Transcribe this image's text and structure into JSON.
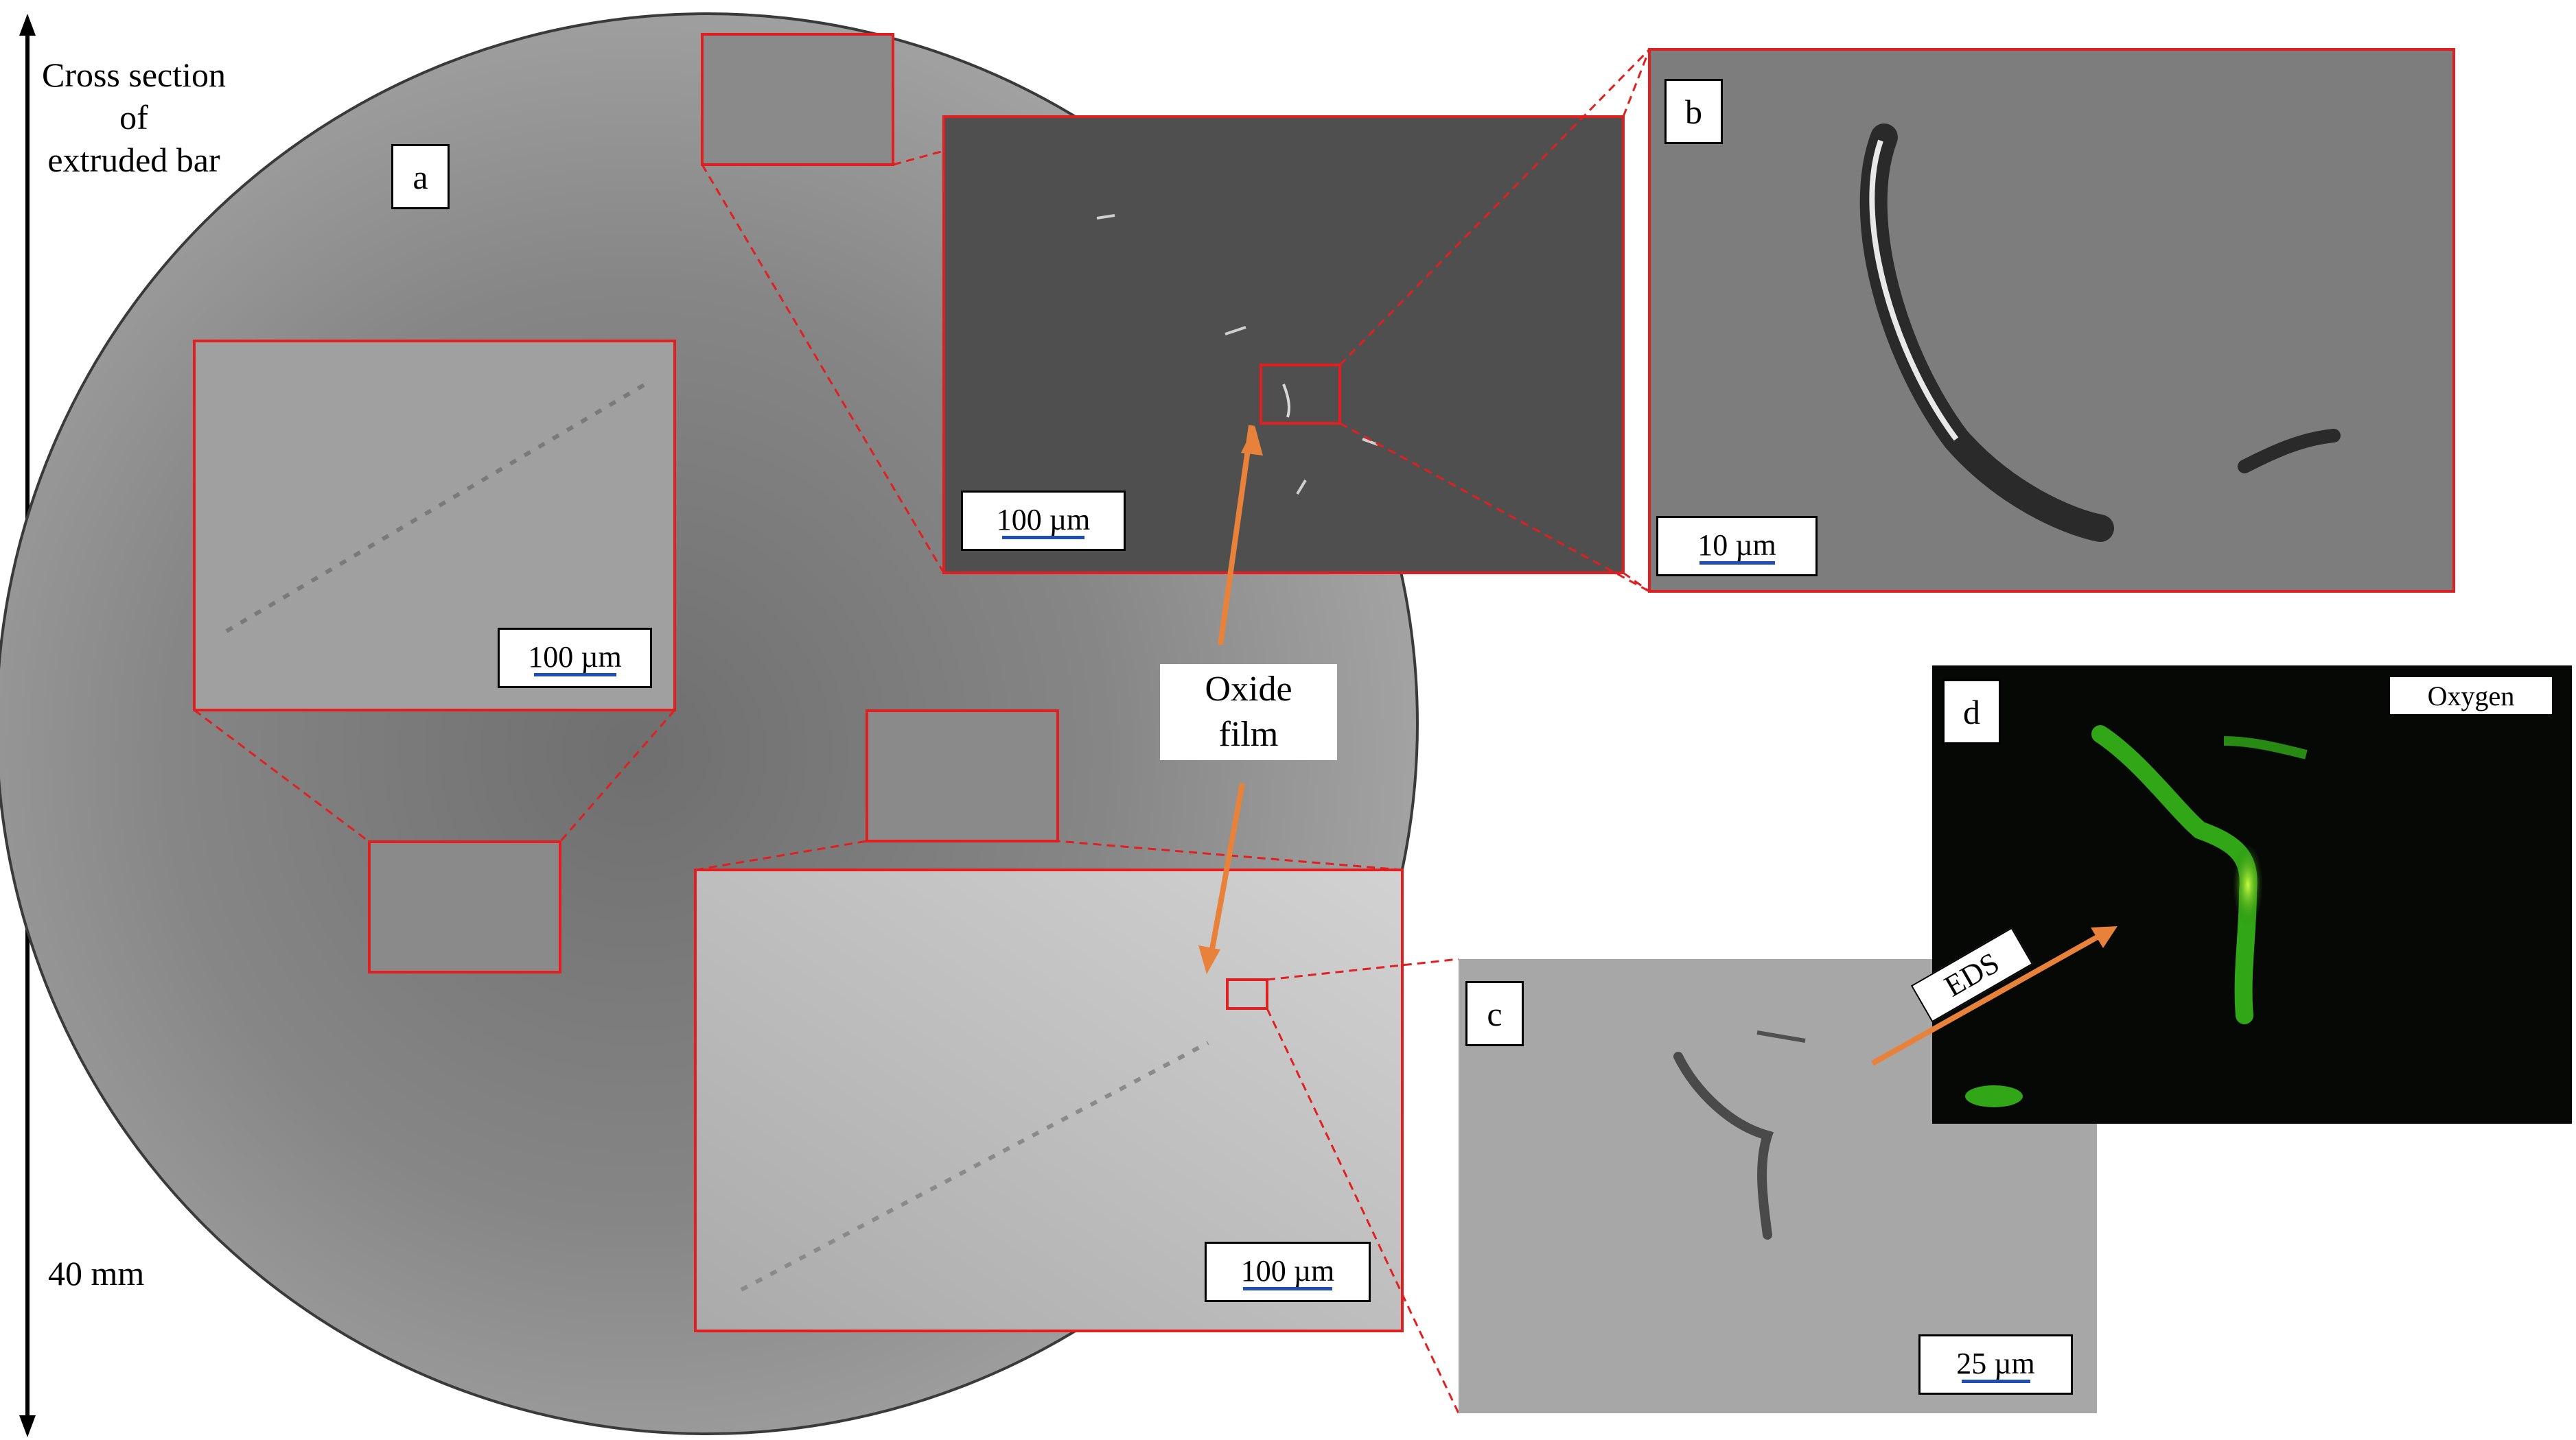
{
  "axis": {
    "title_line1": "Cross section of",
    "title_line2": "extruded bar",
    "length": "40 mm"
  },
  "panels": {
    "a": {
      "label": "a",
      "scale": "100 µm"
    },
    "b": {
      "label": "b",
      "scale": "10 µm"
    },
    "c": {
      "label": "c",
      "scale": "25 µm"
    },
    "d": {
      "label": "d",
      "element": "Oxygen"
    }
  },
  "insets": {
    "top_scale": "100 µm",
    "left_scale": "100 µm",
    "bottom_scale": "100 µm"
  },
  "callouts": {
    "oxide_line1": "Oxide",
    "oxide_line2": "film",
    "eds": "EDS"
  },
  "colors": {
    "frame": "#e02020",
    "arrow": "#e8823a",
    "eds_map": "#39c21a",
    "scale_bar": "#1f4fb0"
  }
}
